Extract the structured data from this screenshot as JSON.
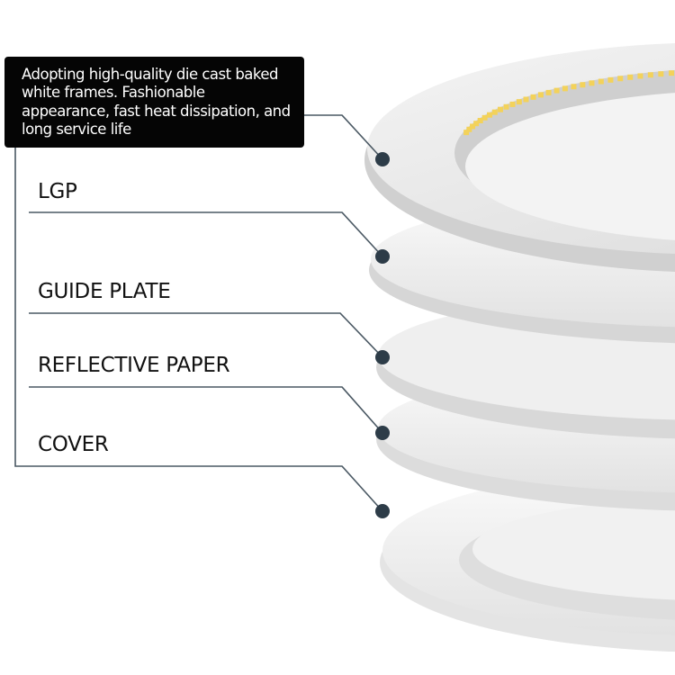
{
  "description": "Adopting high-quality die cast baked white frames. Fashionable appearance, fast heat dissipation, and long service life",
  "layers": [
    {
      "label": "LGP"
    },
    {
      "label": "GUIDE PLATE"
    },
    {
      "label": "REFLECTIVE PAPER"
    },
    {
      "label": "COVER"
    }
  ],
  "colors": {
    "callout_line": "#4a5863",
    "callout_dot": "#2d3c48",
    "box": "#050505",
    "led": "#f3d25a"
  }
}
